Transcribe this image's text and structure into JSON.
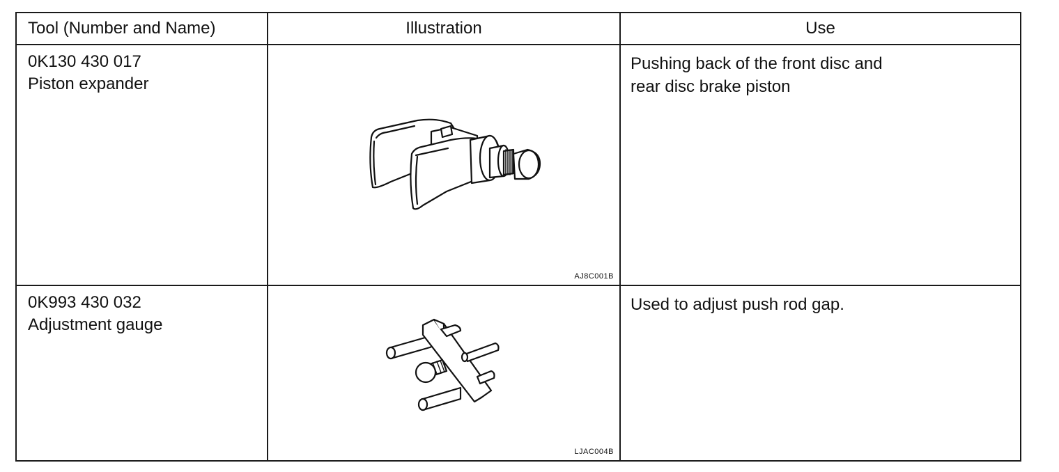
{
  "table": {
    "headers": {
      "tool": "Tool (Number and Name)",
      "illustration": "Illustration",
      "use": "Use"
    },
    "rows": [
      {
        "number": "0K130 430 017",
        "name": "Piston expander",
        "figure_code": "AJ8C001B",
        "use_lines": [
          "Pushing back of the front disc and",
          "rear disc brake piston"
        ],
        "illustration_icon": "piston-expander-icon"
      },
      {
        "number": "0K993 430 032",
        "name": "Adjustment gauge",
        "figure_code": "LJAC004B",
        "use_lines": [
          "Used to adjust push rod gap."
        ],
        "illustration_icon": "adjustment-gauge-icon"
      }
    ]
  }
}
